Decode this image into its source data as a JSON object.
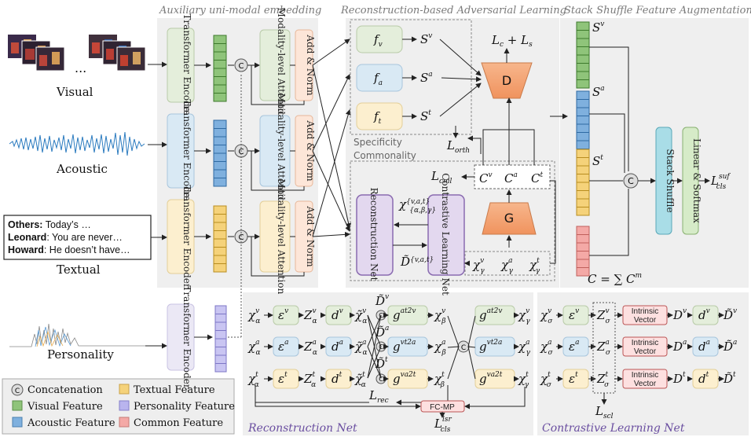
{
  "sections": {
    "aux": "Auxiliary uni-modal embedding",
    "rec_adv": "Reconstruction-based Adversarial Learning",
    "stack": "Stack Shuffle Feature Augmentation",
    "rec_net": "Reconstruction Net",
    "contrastive": "Contrastive Learning Net",
    "specificity": "Specificity",
    "commonality": "Commonality"
  },
  "modalities": {
    "visual": "Visual",
    "acoustic": "Acoustic",
    "textual": "Textual",
    "personality": "Personality"
  },
  "dialogue": [
    {
      "speaker": "Others:",
      "text": " Today’s …"
    },
    {
      "speaker": "Leonard",
      "text": ": You are never…"
    },
    {
      "speaker": "Howard",
      "text": ": He doesn’t have…"
    }
  ],
  "blocks": {
    "encoder": "Transformer Encoder",
    "attention": "Modality-level Attention",
    "addnorm": "Add & Norm",
    "reconstruction": "Reconstruction Net",
    "contrastive": "Contrastive Learning Net",
    "discriminator": "D",
    "generator": "G",
    "stack_shuffle": "Stack Shuffle",
    "linear_softmax": "Linear & Softmax",
    "intrinsic": "Intrinsic Vector",
    "fcmp": "FC-MP",
    "concat_symbol": "C"
  },
  "math": {
    "fv": "f",
    "fa": "f",
    "ft": "f",
    "loss_top": "L",
    "loss_top_rest": " + L",
    "l_orth": "L",
    "l_cml": "L",
    "l_rec": "L",
    "l_cls_lsr": "L",
    "l_scl": "L",
    "l_cls_suf": "L",
    "c_sum": "C = ∑ C"
  },
  "legend": [
    {
      "label": "Concatenation",
      "color": "#ffffff",
      "type": "circle"
    },
    {
      "label": "Textual Feature",
      "color": "#f5d27a"
    },
    {
      "label": "Visual Feature",
      "color": "#8fc47a"
    },
    {
      "label": "Personality Feature",
      "color": "#b9b4ee"
    },
    {
      "label": "Acoustic Feature",
      "color": "#7fb0de"
    },
    {
      "label": "Common Feature",
      "color": "#f4a9a6"
    }
  ],
  "colors": {
    "visual": "#6fb35b",
    "acoustic": "#5b9bd5",
    "textual": "#f0c040",
    "personality": "#a9a3ea",
    "common": "#f4a9a6",
    "encoder_green": "#e6efd9",
    "encoder_blue": "#d8e9f3",
    "encoder_yellow": "#fcefcf",
    "purple_block": "#e3d8ef",
    "orange": "#f4a77a",
    "teal": "#a9dde7"
  }
}
